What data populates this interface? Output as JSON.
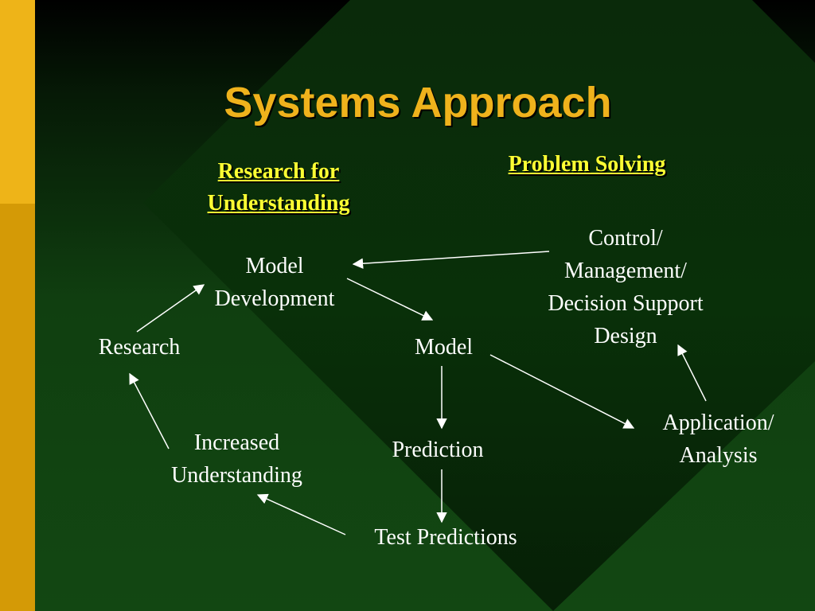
{
  "slide": {
    "title": "Systems Approach",
    "headings": {
      "left": "Research for \nUnderstanding ",
      "right": "Problem Solving"
    },
    "colors": {
      "background_dark": "#000000",
      "background_green": "#124712",
      "diamond": "#0a2e0a",
      "left_stripe_top": "#eeb418",
      "left_stripe_bottom": "#d49a06",
      "title": "#efb21c",
      "heading": "#ffff33",
      "node_text": "#ffffff"
    }
  },
  "diagram": {
    "nodes": [
      {
        "id": "model-development",
        "label": "Model\nDevelopment"
      },
      {
        "id": "research",
        "label": "Research"
      },
      {
        "id": "model",
        "label": "Model"
      },
      {
        "id": "control",
        "label": "Control/\nManagement/\nDecision Support\nDesign"
      },
      {
        "id": "increased-understanding",
        "label": "Increased\nUnderstanding"
      },
      {
        "id": "prediction",
        "label": "Prediction"
      },
      {
        "id": "test-predictions",
        "label": "Test Predictions"
      },
      {
        "id": "application",
        "label": "Application/\nAnalysis"
      }
    ],
    "edges": [
      {
        "from": "research",
        "to": "model-development"
      },
      {
        "from": "model-development",
        "to": "model"
      },
      {
        "from": "model",
        "to": "prediction"
      },
      {
        "from": "prediction",
        "to": "test-predictions"
      },
      {
        "from": "test-predictions",
        "to": "increased-understanding"
      },
      {
        "from": "increased-understanding",
        "to": "research"
      },
      {
        "from": "model",
        "to": "application"
      },
      {
        "from": "application",
        "to": "control"
      },
      {
        "from": "control",
        "to": "model-development"
      }
    ]
  }
}
